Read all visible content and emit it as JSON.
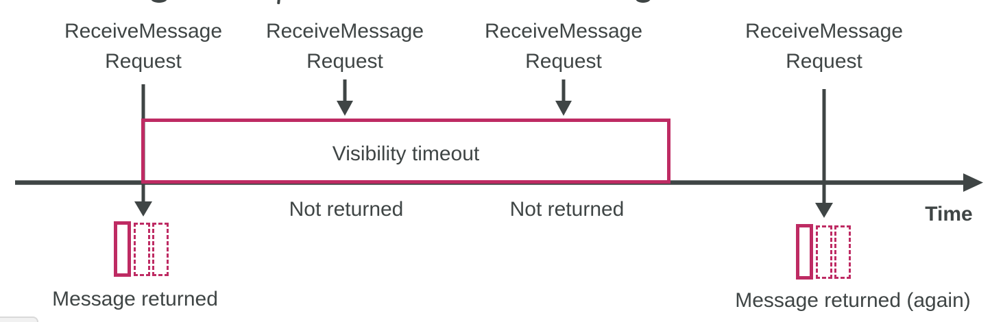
{
  "theme": {
    "ink_dark": "#3f4545",
    "accent_pink": "#be2b63",
    "background": "#ffffff"
  },
  "diagram": {
    "requests": [
      {
        "label": "ReceiveMessage\nRequest"
      },
      {
        "label": "ReceiveMessage\nRequest"
      },
      {
        "label": "ReceiveMessage\nRequest"
      },
      {
        "label": "ReceiveMessage\nRequest"
      }
    ],
    "visibility_box": {
      "label": "Visibility timeout"
    },
    "not_returned": [
      {
        "label": "Not returned"
      },
      {
        "label": "Not returned"
      }
    ],
    "timeline": {
      "label": "Time"
    },
    "messages": {
      "left_caption": "Message returned",
      "right_caption": "Message returned (again)",
      "icon": "message-queue-icon"
    }
  }
}
